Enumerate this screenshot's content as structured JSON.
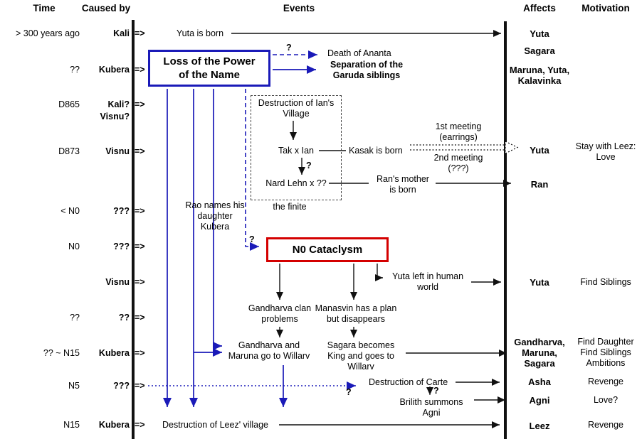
{
  "meta": {
    "accent_blue": "#1a1ab8",
    "accent_red": "#d40000",
    "line_black": "#111111"
  },
  "headers": {
    "time": "Time",
    "caused_by": "Caused by",
    "events": "Events",
    "affects": "Affects",
    "motivation": "Motivation"
  },
  "arrow_marker": "=>",
  "rows": [
    {
      "time": "> 300 years ago",
      "cause": "Kali"
    },
    {
      "time": "??",
      "cause": "Kubera"
    },
    {
      "time": "D865",
      "cause": "Kali?",
      "cause2": "Visnu?"
    },
    {
      "time": "D873",
      "cause": "Visnu"
    },
    {
      "time": "< N0",
      "cause": "???"
    },
    {
      "time": "N0",
      "cause": "???"
    },
    {
      "time": "",
      "cause": "Visnu"
    },
    {
      "time": "??",
      "cause": "??"
    },
    {
      "time": "?? ~ N15",
      "cause": "Kubera"
    },
    {
      "time": "N5",
      "cause": "???"
    },
    {
      "time": "N15",
      "cause": "Kubera"
    }
  ],
  "events": {
    "q": "?",
    "yuta_born": "Yuta is born",
    "loss_box_1": "Loss of the Power",
    "loss_box_2": "of the Name",
    "death_ananta": "Death of Ananta",
    "separation_1": "Separation of the",
    "separation_2": "Garuda siblings",
    "ian_village_1": "Destruction of Ian's",
    "ian_village_2": "Village",
    "tak_ian": "Tak x Ian",
    "kasak_born": "Kasak is born",
    "nard_lehn": "Nard Lehn x ??",
    "the_finite": "the finite",
    "meeting1_1": "1st meeting",
    "meeting1_2": "(earrings)",
    "meeting2_1": "2nd meeting",
    "meeting2_2": "(???)",
    "rans_mother_1": "Ran's mother",
    "rans_mother_2": "is born",
    "rao_1": "Rao names his",
    "rao_2": "daughter",
    "rao_3": "Kubera",
    "n0_box": "N0 Cataclysm",
    "yuta_left_1": "Yuta left in human",
    "yuta_left_2": "world",
    "gandharva_problems_1": "Gandharva clan",
    "gandharva_problems_2": "problems",
    "manasvin_1": "Manasvin has a plan",
    "manasvin_2": "but disappears",
    "gm_willarv_1": "Gandharva and",
    "gm_willarv_2": "Maruna go to Willarv",
    "sagara_king_1": "Sagara becomes",
    "sagara_king_2": "King and goes to",
    "sagara_king_3": "Willarv",
    "carte": "Destruction of Carte",
    "brilith_1": "Brilith summons",
    "brilith_2": "Agni",
    "leez_village": "Destruction of Leez' village"
  },
  "affects": {
    "yuta1": "Yuta",
    "sagara": "Sagara",
    "garuda_1": "Maruna, Yuta,",
    "garuda_2": "Kalavinka",
    "yuta2": "Yuta",
    "ran": "Ran",
    "yuta3": "Yuta",
    "group_1": "Gandharva,",
    "group_2": "Maruna,",
    "group_3": "Sagara",
    "asha": "Asha",
    "agni": "Agni",
    "leez": "Leez"
  },
  "motivations": {
    "stay_1": "Stay with Leez:",
    "stay_2": "Love",
    "find_siblings": "Find Siblings",
    "group_1": "Find Daughter",
    "group_2": "Find Siblings",
    "group_3": "Ambitions",
    "revenge1": "Revenge",
    "love": "Love?",
    "revenge2": "Revenge"
  }
}
